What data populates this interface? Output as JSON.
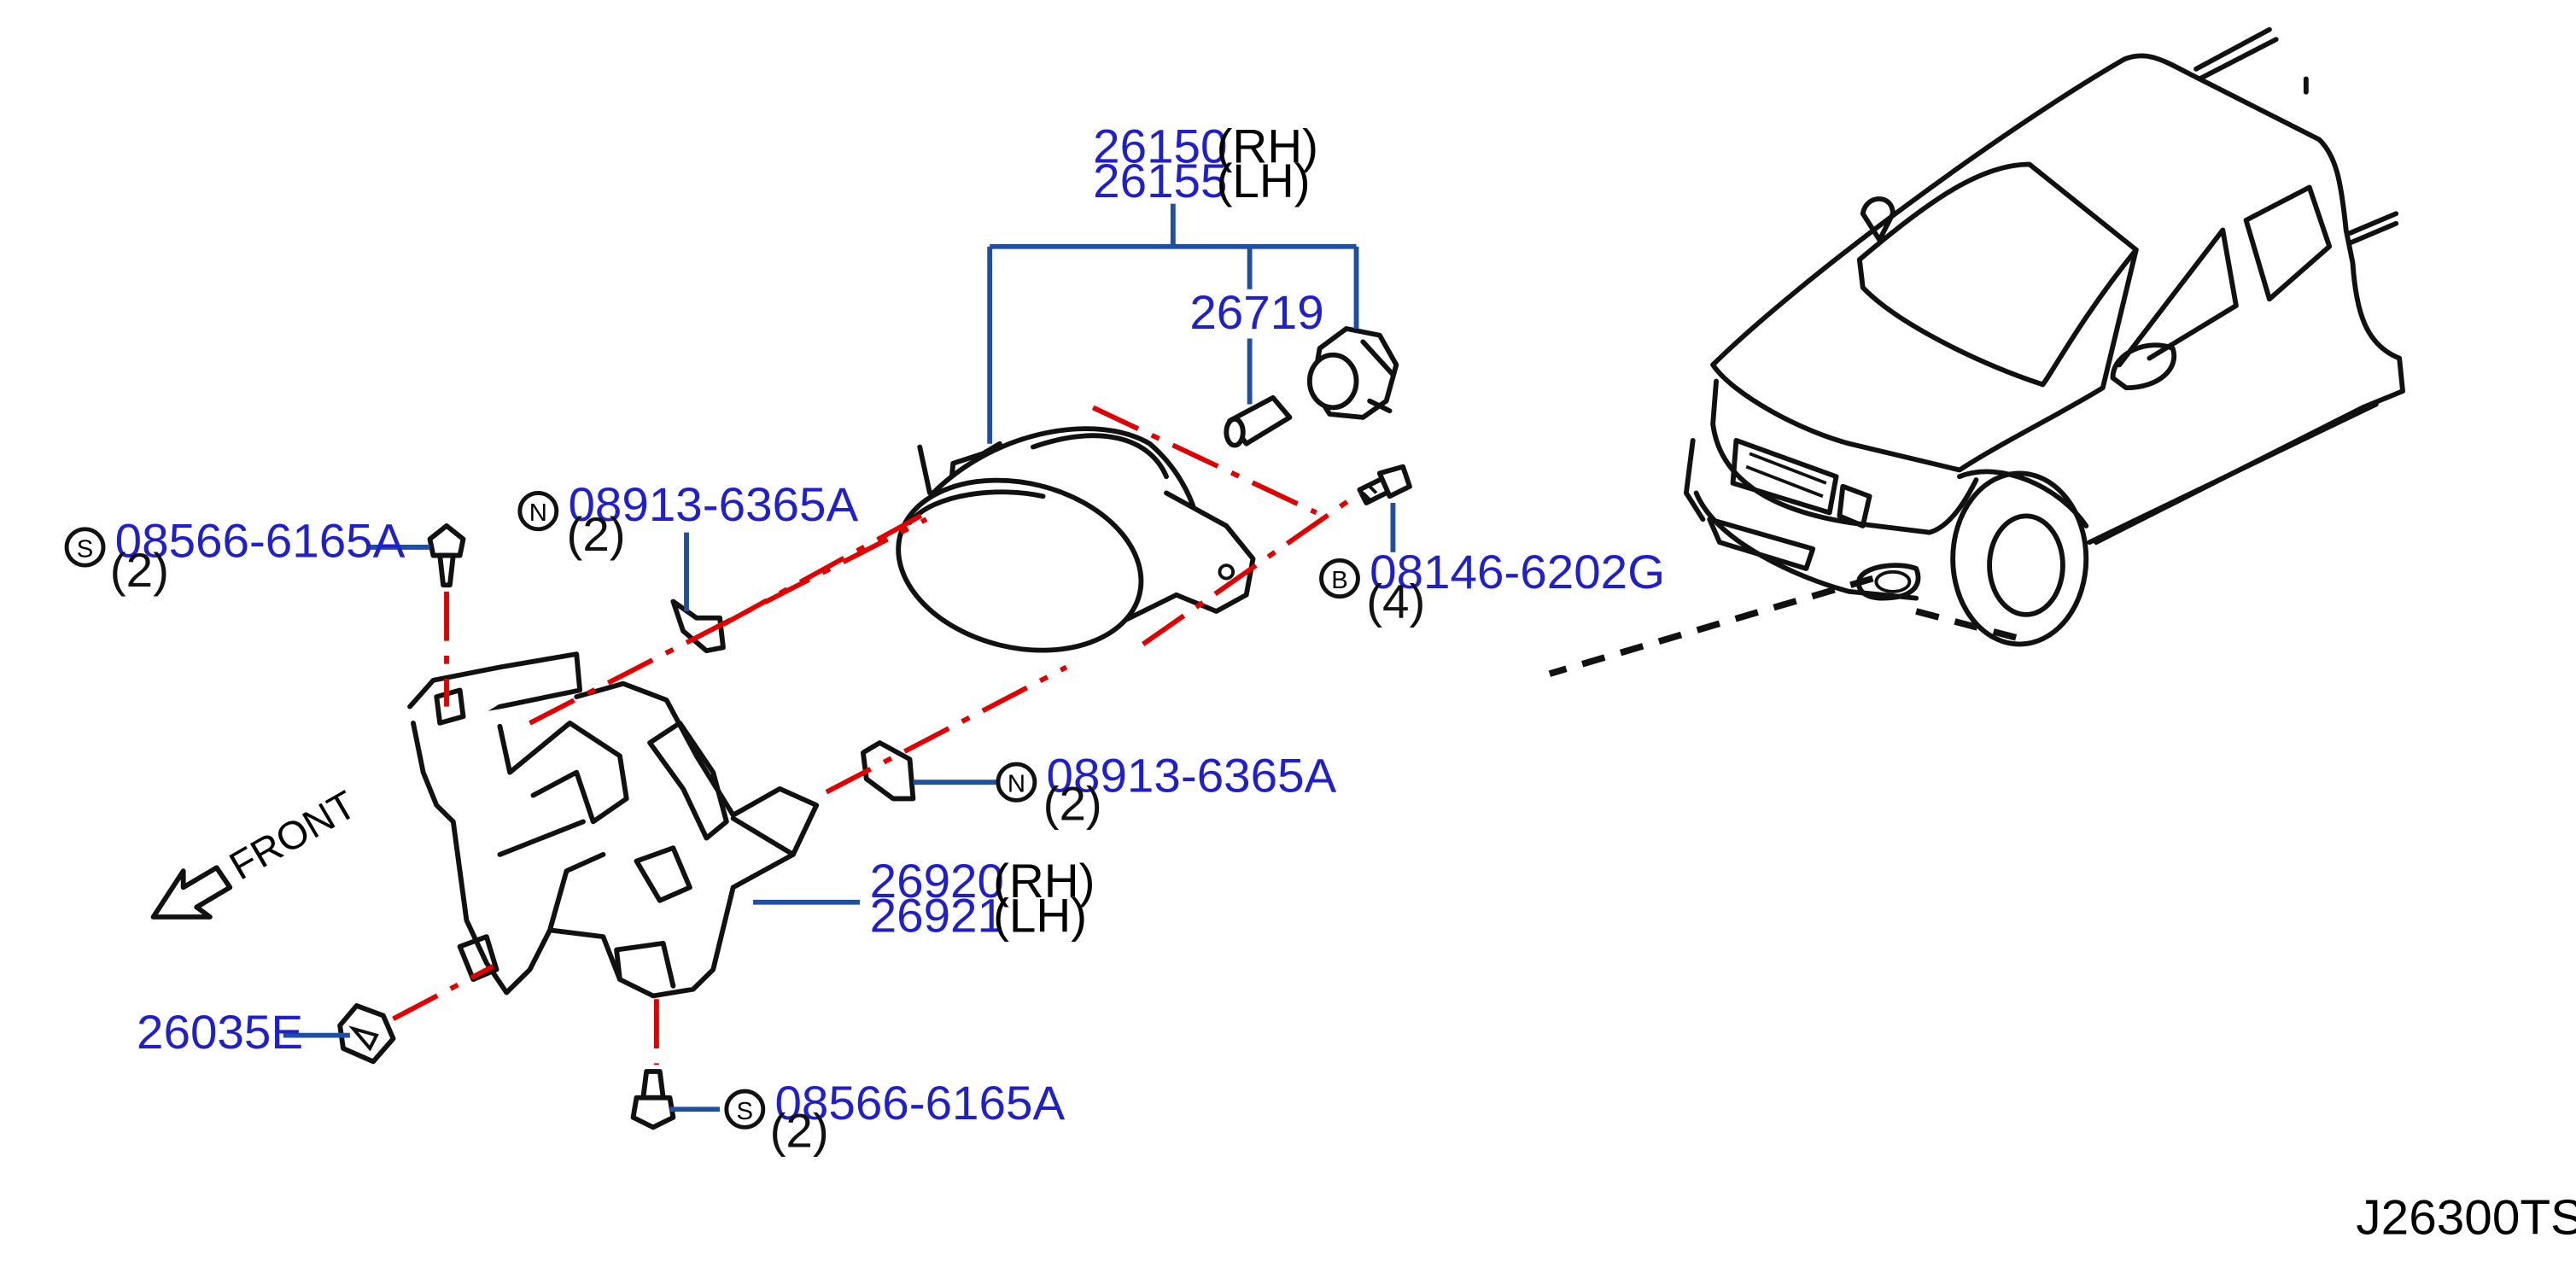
{
  "diagram_code": "J26300TS",
  "front_label": "FRONT",
  "callouts": {
    "fog_lamp": {
      "part_rh": "26150",
      "side_rh": "(RH)",
      "part_lh": "26155",
      "side_lh": "(LH)"
    },
    "bulb": {
      "part": "26719"
    },
    "bracket": {
      "part_rh": "26920",
      "side_rh": "(RH)",
      "part_lh": "26921",
      "side_lh": "(LH)"
    },
    "clip": {
      "part": "26035E"
    },
    "bolt_b": {
      "prefix": "B",
      "part": "08146-6202G",
      "qty": "(4)"
    },
    "nut_upper": {
      "prefix": "N",
      "part": "08913-6365A",
      "qty": "(2)"
    },
    "nut_lower": {
      "prefix": "N",
      "part": "08913-6365A",
      "qty": "(2)"
    },
    "screw_upper": {
      "prefix": "S",
      "part": "08566-6165A",
      "qty": "(2)"
    },
    "screw_lower": {
      "prefix": "S",
      "part": "08566-6165A",
      "qty": "(2)"
    }
  }
}
